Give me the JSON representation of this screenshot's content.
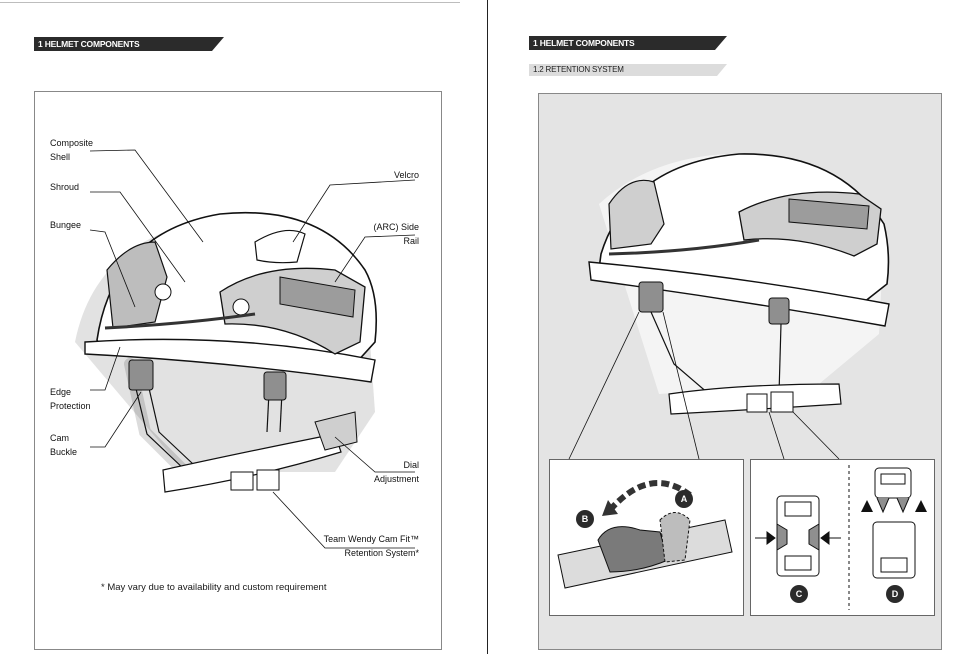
{
  "left_page": {
    "header": "1 HELMET COMPONENTS",
    "labels": {
      "composite_shell": [
        "Composite",
        "Shell"
      ],
      "shroud": "Shroud",
      "bungee": "Bungee",
      "velcro": "Velcro",
      "arc_side_rail": [
        "(ARC) Side",
        "Rail"
      ],
      "edge_protection": [
        "Edge",
        "Protection"
      ],
      "cam_buckle": [
        "Cam",
        "Buckle"
      ],
      "dial_adjustment": [
        "Dial",
        "Adjustment"
      ],
      "retention_system": [
        "Team Wendy Cam Fit™",
        "Retention System*"
      ]
    },
    "footnote": "* May vary due to availability and custom requirement"
  },
  "right_page": {
    "header": "1 HELMET COMPONENTS",
    "subheader": "1.2 RETENTION SYSTEM",
    "markers": [
      "A",
      "B",
      "C",
      "D"
    ]
  },
  "colors": {
    "header_bg": "#2b2b2b",
    "subheader_bg": "#dcdcdc",
    "panel_bg": "#e4e4e4"
  }
}
